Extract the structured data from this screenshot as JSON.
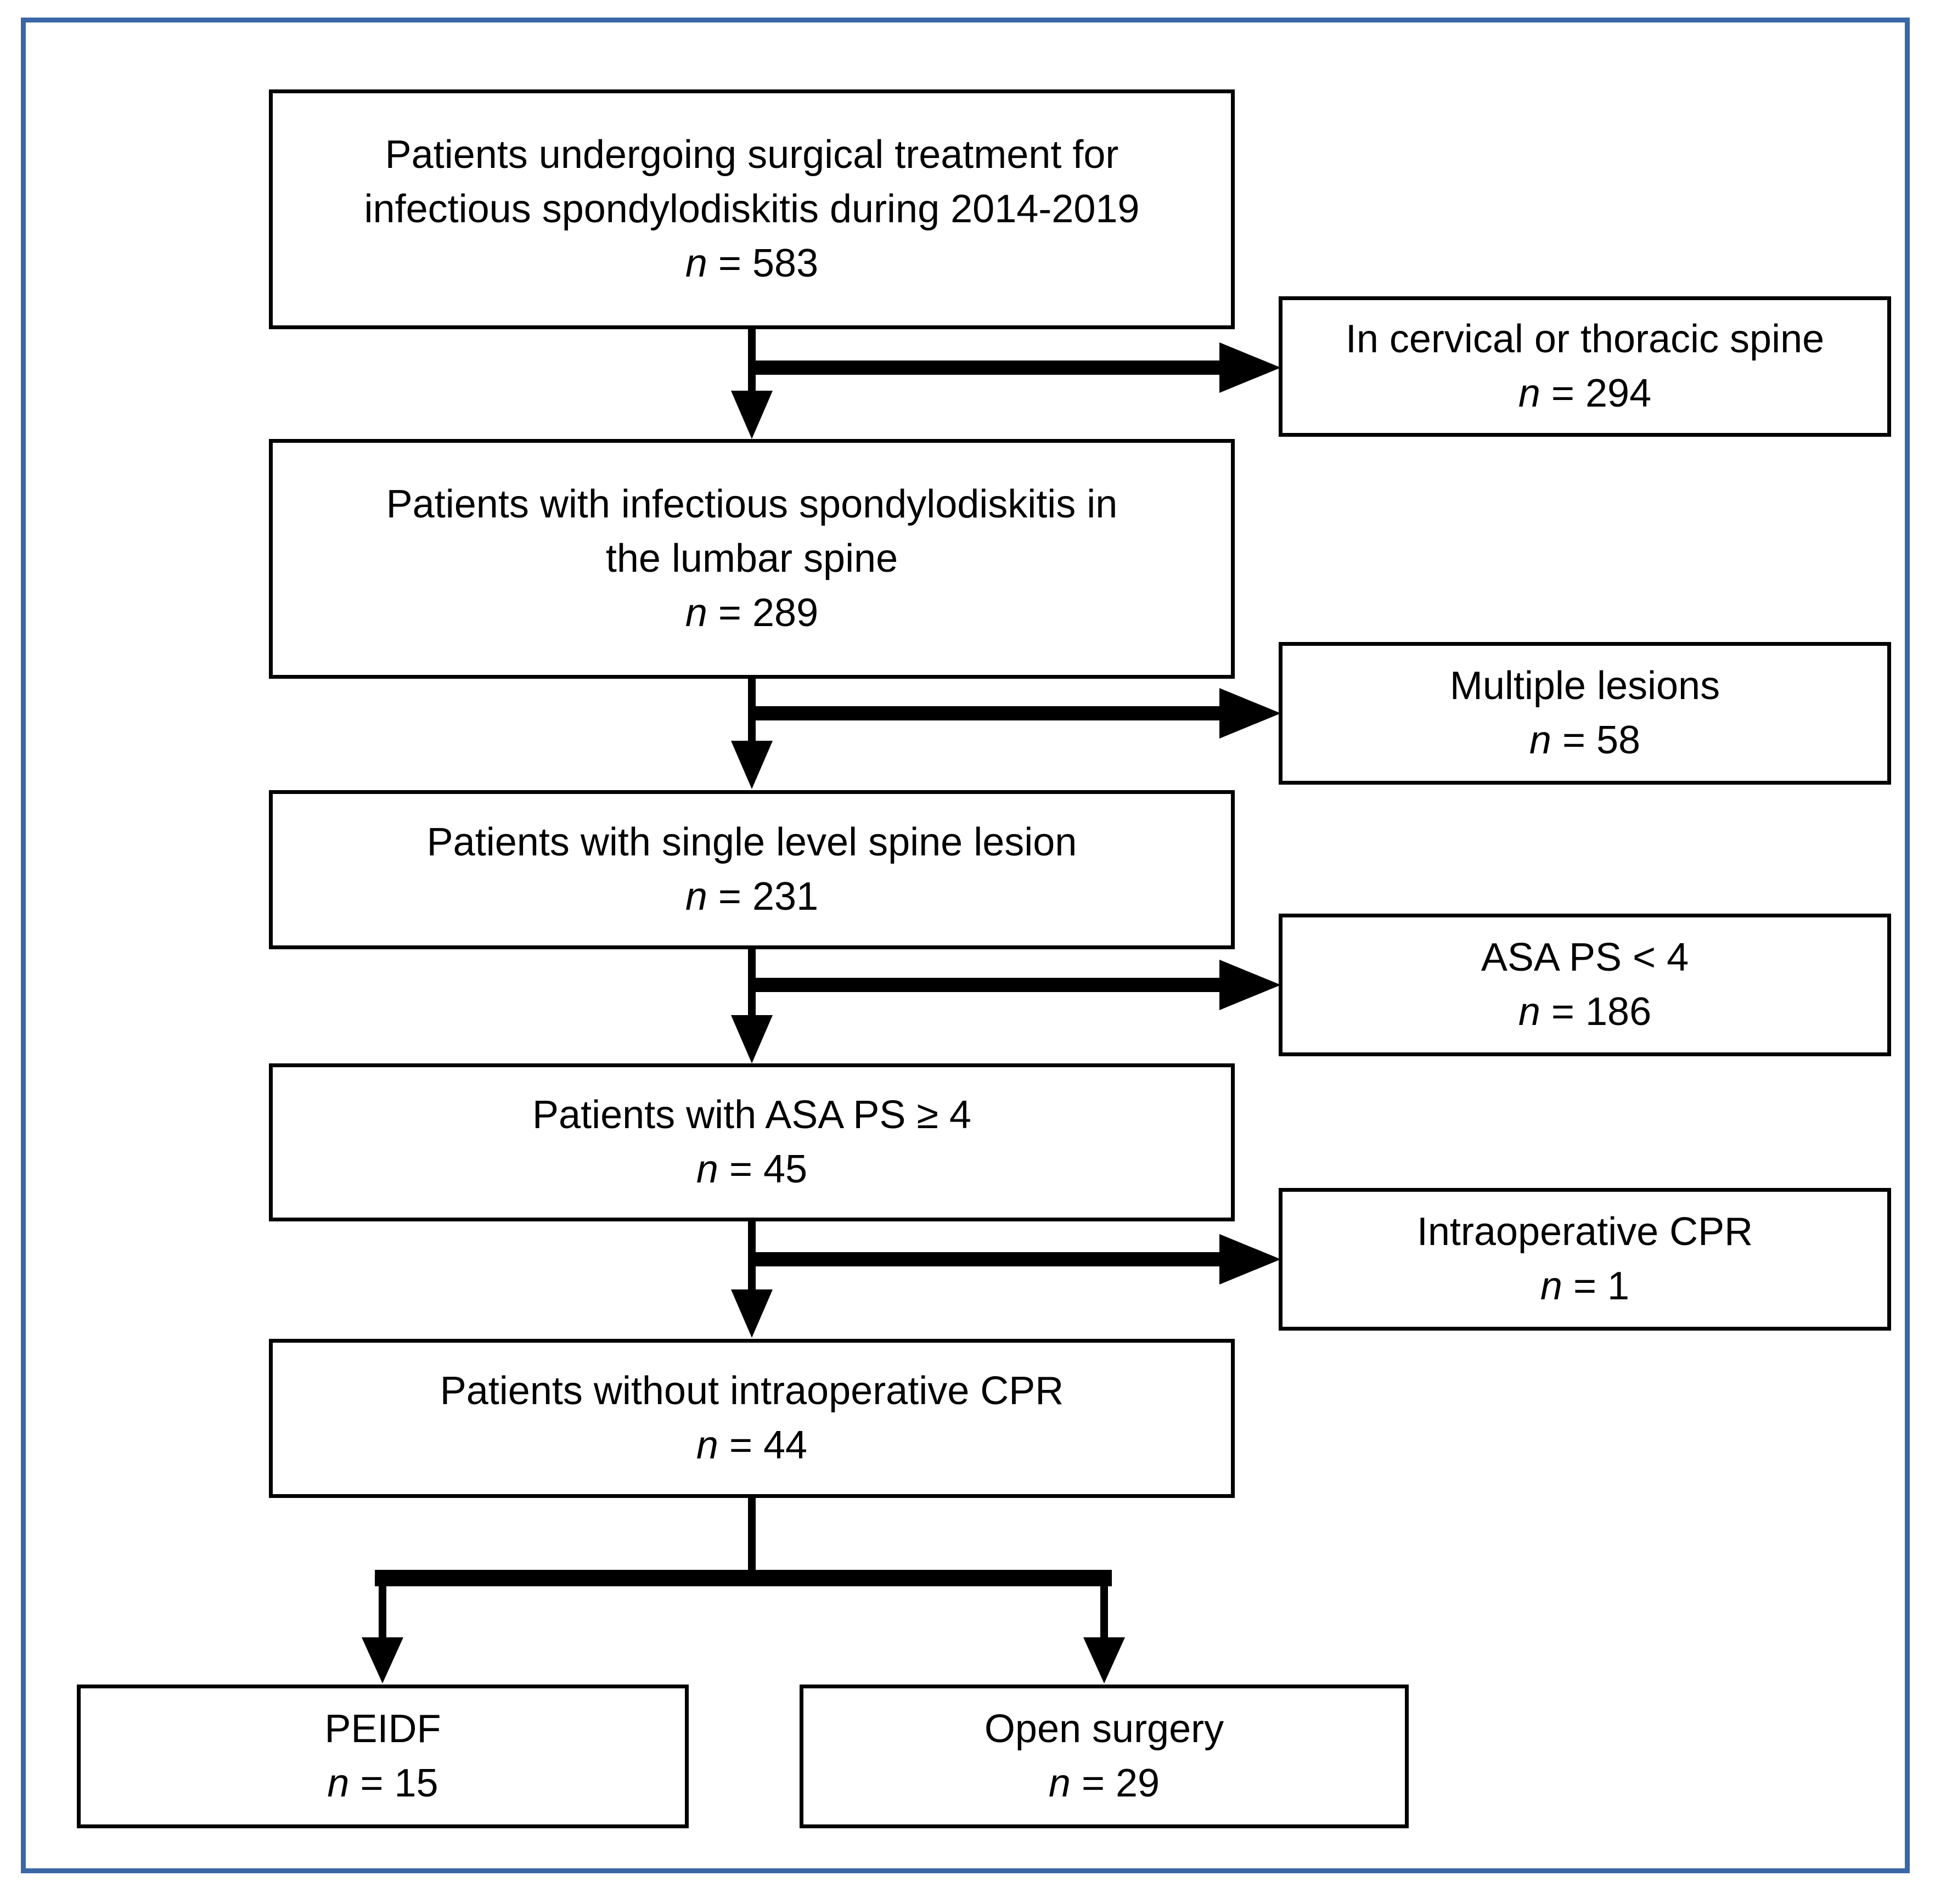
{
  "figure": {
    "kind": "patient-flow-diagram",
    "background_color": "#ffffff",
    "border_color": "#3a68a6",
    "line_color": "#000000"
  },
  "flowchart": {
    "main_boxes": [
      {
        "id": "surgical-treatment-2014-2019",
        "lines": [
          "Patients undergoing surgical treatment for",
          "infectious spondylodiskitis during 2014-2019"
        ],
        "n_italic": "n",
        "n_text": " = 583"
      },
      {
        "id": "lumbar-spine",
        "lines": [
          "Patients with infectious spondylodiskitis in",
          "the lumbar spine"
        ],
        "n_italic": "n",
        "n_text": " = 289"
      },
      {
        "id": "single-level-lesion",
        "lines": [
          "Patients with single level spine lesion"
        ],
        "n_italic": "n",
        "n_text": " = 231"
      },
      {
        "id": "asa-ps-ge-4",
        "lines": [
          "Patients with ASA PS ≥ 4"
        ],
        "n_italic": "n",
        "n_text": " = 45"
      },
      {
        "id": "without-intraoperative-cpr",
        "lines": [
          "Patients without intraoperative CPR"
        ],
        "n_italic": "n",
        "n_text": " = 44"
      }
    ],
    "exclusion_boxes": [
      {
        "id": "cervical-or-thoracic",
        "lines": [
          "In cervical or thoracic spine"
        ],
        "n_italic": "n",
        "n_text": " = 294"
      },
      {
        "id": "multiple-lesions",
        "lines": [
          "Multiple lesions"
        ],
        "n_italic": "n",
        "n_text": " = 58"
      },
      {
        "id": "asa-ps-lt-4",
        "lines": [
          "ASA PS < 4"
        ],
        "n_italic": "n",
        "n_text": " = 186"
      },
      {
        "id": "intraoperative-cpr",
        "lines": [
          "Intraoperative CPR"
        ],
        "n_italic": "n",
        "n_text": " = 1"
      }
    ],
    "outcome_boxes": [
      {
        "id": "peidf",
        "lines": [
          "PEIDF"
        ],
        "n_italic": "n",
        "n_text": " = 15"
      },
      {
        "id": "open-surgery",
        "lines": [
          "Open surgery"
        ],
        "n_italic": "n",
        "n_text": " = 29"
      }
    ]
  }
}
